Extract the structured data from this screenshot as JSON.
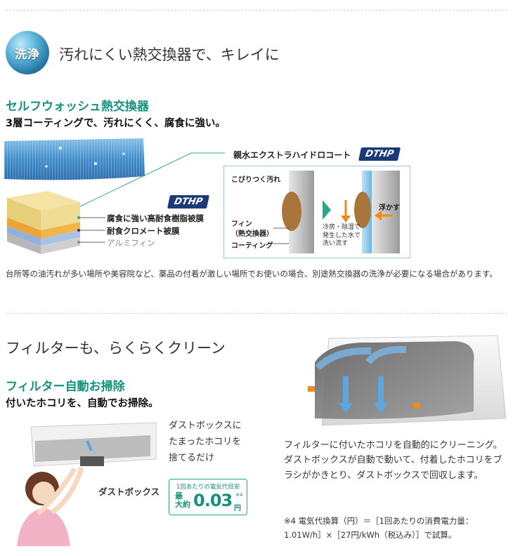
{
  "section1": {
    "badge": "洗浄",
    "title": "汚れにくい熱交換器で、キレイに",
    "heading": "セルフウォッシュ熱交換器",
    "subheading": "3層コーティングで、汚れにくく、腐食に強い。",
    "dthp_label": "DTHP",
    "layers": [
      "腐食に強い高耐食樹脂被膜",
      "耐食クロメート被膜",
      "アルミフィン"
    ],
    "diagram": {
      "title": "親水エクストラハイドロコート",
      "dirt_label": "こびりつく汚れ",
      "fin_label": "フィン\n（熱交換器）",
      "coating_label": "コーティング",
      "water_label": "冷房・除湿で\n発生した水で\n洗い流す",
      "float_label": "浮かす"
    },
    "note": "台所等の油汚れが多い場所や美容院など、薬品の付着が激しい場所でお使いの場合、別途熱交換器の洗浄が必要になる場合があります。"
  },
  "section2": {
    "title": "フィルターも、らくらくクリーン",
    "heading": "フィルター自動お掃除",
    "subheading": "付いたホコリを、自動でお掃除。",
    "dust_caption": "ダストボックスに\nたまったホコリを\n捨てるだけ",
    "dust_label": "ダストボックス",
    "cost_box": {
      "top": "1回あたりの電気代目安",
      "prefix_a": "最",
      "prefix_b": "大約",
      "value": "0.03",
      "unit": "円",
      "note_mark": "※4"
    },
    "description": "フィルターに付いたホコリを自動的にクリーニング。ダストボックスが自動で動いて、付着したホコリをブラシがかきとり、ダストボックスで回収します。",
    "footnote": "※4 電気代換算（円）＝［1回あたりの消費電力量：\n1.01W/h］×［27円/kWh（税込み）］で試算。"
  }
}
